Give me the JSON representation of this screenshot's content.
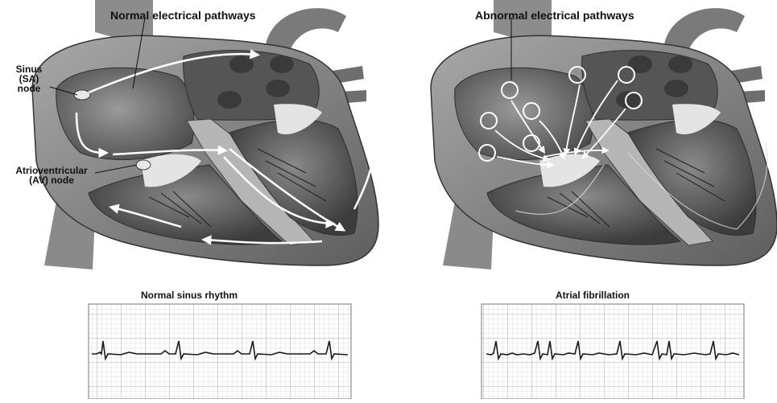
{
  "panels": {
    "normal": {
      "title": "Normal electrical pathways",
      "sa_node": [
        "Sinus",
        "(SA)",
        "node"
      ],
      "av_node": [
        "Atrioventricular",
        "(AV) node"
      ],
      "rhythm_title": "Normal sinus rhythm"
    },
    "abnormal": {
      "title": "Abnormal electrical pathways",
      "rhythm_title": "Atrial fibrillation"
    }
  },
  "colors": {
    "ink": "#111111",
    "pathway": "#ffffff",
    "ecg_trace": "#1a1a1a",
    "ecg_grid": "#bdbdbd"
  }
}
